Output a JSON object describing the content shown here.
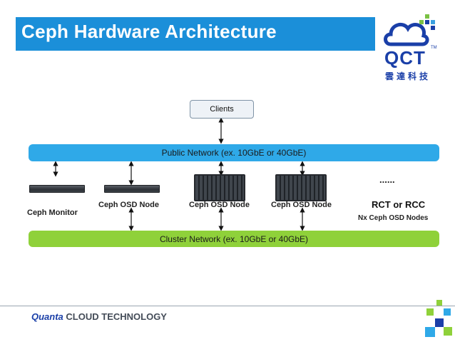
{
  "header": {
    "title": "Ceph Hardware Architecture"
  },
  "logo": {
    "brand": "QCT",
    "chinese": "雲達科技",
    "trademark": "TM"
  },
  "diagram": {
    "clients": "Clients",
    "public_network": "Public Network (ex. 10GbE or 40GbE)",
    "cluster_network": "Cluster Network (ex. 10GbE or 40GbE)",
    "nodes": [
      "Ceph Monitor",
      "Ceph OSD Node",
      "Ceph OSD Node",
      "Ceph OSD Node"
    ],
    "ellipsis": "......",
    "rct": "RCT or RCC",
    "nx_nodes": "Nx Ceph OSD Nodes"
  },
  "footer": {
    "brand_quanta": "Quanta",
    "brand_rest": "CLOUD TECHNOLOGY"
  },
  "colors": {
    "title_bar": "#1b8fd9",
    "public_network": "#2fa9e8",
    "cluster_network": "#8fd13a",
    "brand_blue": "#1a3fa8"
  }
}
